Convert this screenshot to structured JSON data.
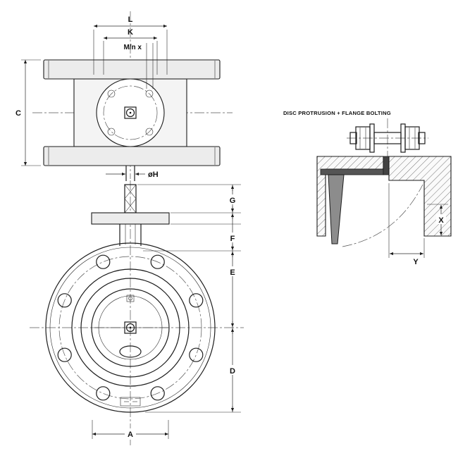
{
  "drawing": {
    "detail_title": "DISC PROTRUSION + FLANGE BOLTING",
    "labels": {
      "L": "L",
      "K": "K",
      "Mnx": "M/n x",
      "C": "C",
      "H": "øH",
      "G": "G",
      "F": "F",
      "E": "E",
      "D": "D",
      "A": "A",
      "X": "X",
      "Y": "Y"
    }
  }
}
